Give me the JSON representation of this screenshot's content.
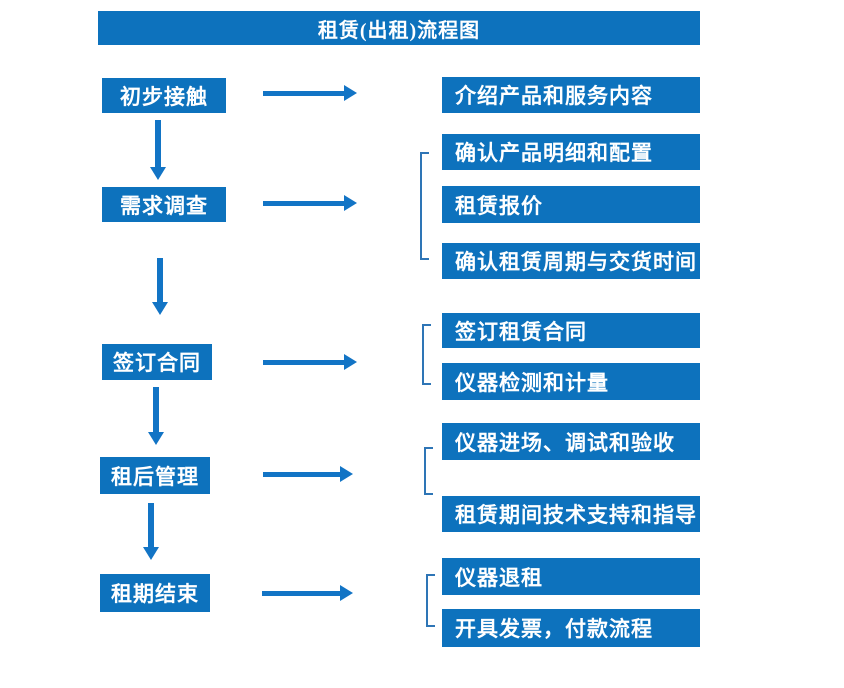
{
  "title": "租赁(出租)流程图",
  "steps": [
    {
      "label": "初步接触"
    },
    {
      "label": "需求调查"
    },
    {
      "label": "签订合同"
    },
    {
      "label": "租后管理"
    },
    {
      "label": "租期结束"
    }
  ],
  "details": [
    {
      "label": "介绍产品和服务内容"
    },
    {
      "label": "确认产品明细和配置"
    },
    {
      "label": "租赁报价"
    },
    {
      "label": "确认租赁周期与交货时间"
    },
    {
      "label": "签订租赁合同"
    },
    {
      "label": "仪器检测和计量"
    },
    {
      "label": "仪器进场、调试和验收"
    },
    {
      "label": "租赁期间技术支持和指导"
    },
    {
      "label": "仪器退租"
    },
    {
      "label": "开具发票，付款流程"
    }
  ],
  "colors": {
    "box_blue": "#0d72bd",
    "arrow_blue": "#1274c5",
    "bracket_blue": "#2e75b6",
    "text_white": "#ffffff",
    "background": "#ffffff"
  }
}
